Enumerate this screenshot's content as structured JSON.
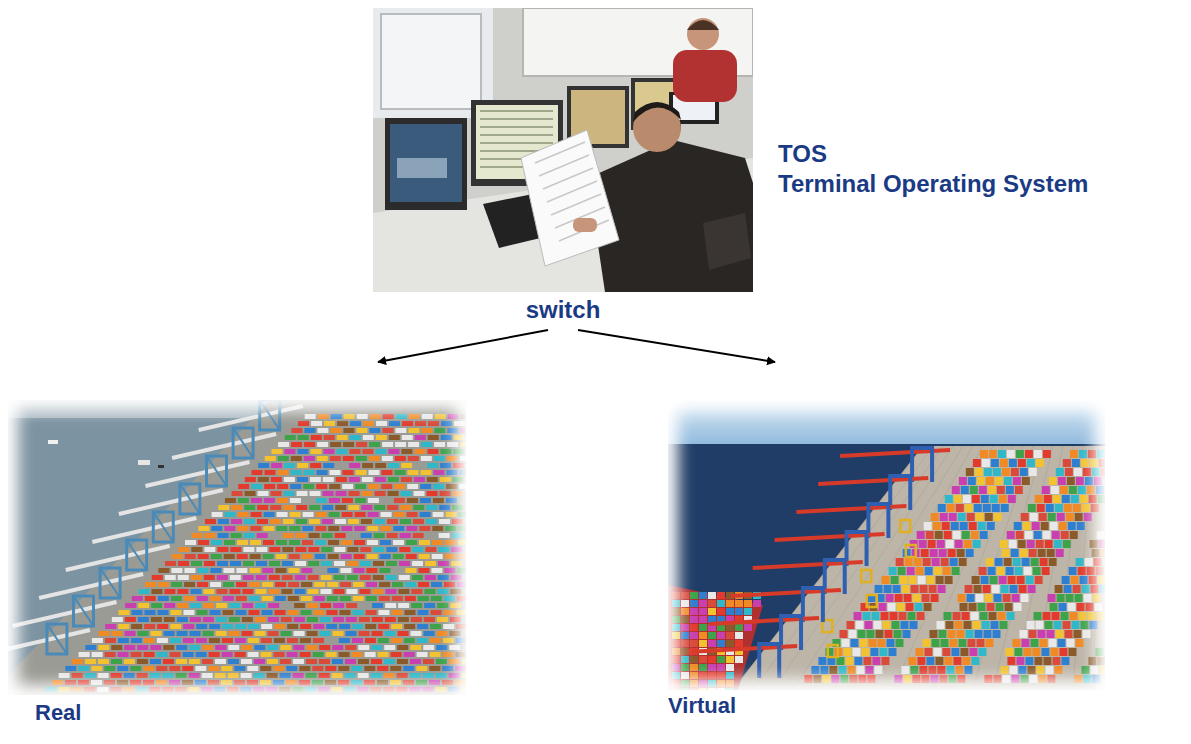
{
  "diagram": {
    "nodes": [
      {
        "text": [
          "TOS",
          "Terminal Operating System",
          "switch"
        ]
      },
      {
        "text": [
          "Real"
        ]
      },
      {
        "text": [
          "Virtual"
        ]
      }
    ],
    "edges": [
      {
        "from": 0,
        "to": 1,
        "arrow": "to"
      },
      {
        "from": 0,
        "to": 2,
        "arrow": "to"
      }
    ]
  }
}
